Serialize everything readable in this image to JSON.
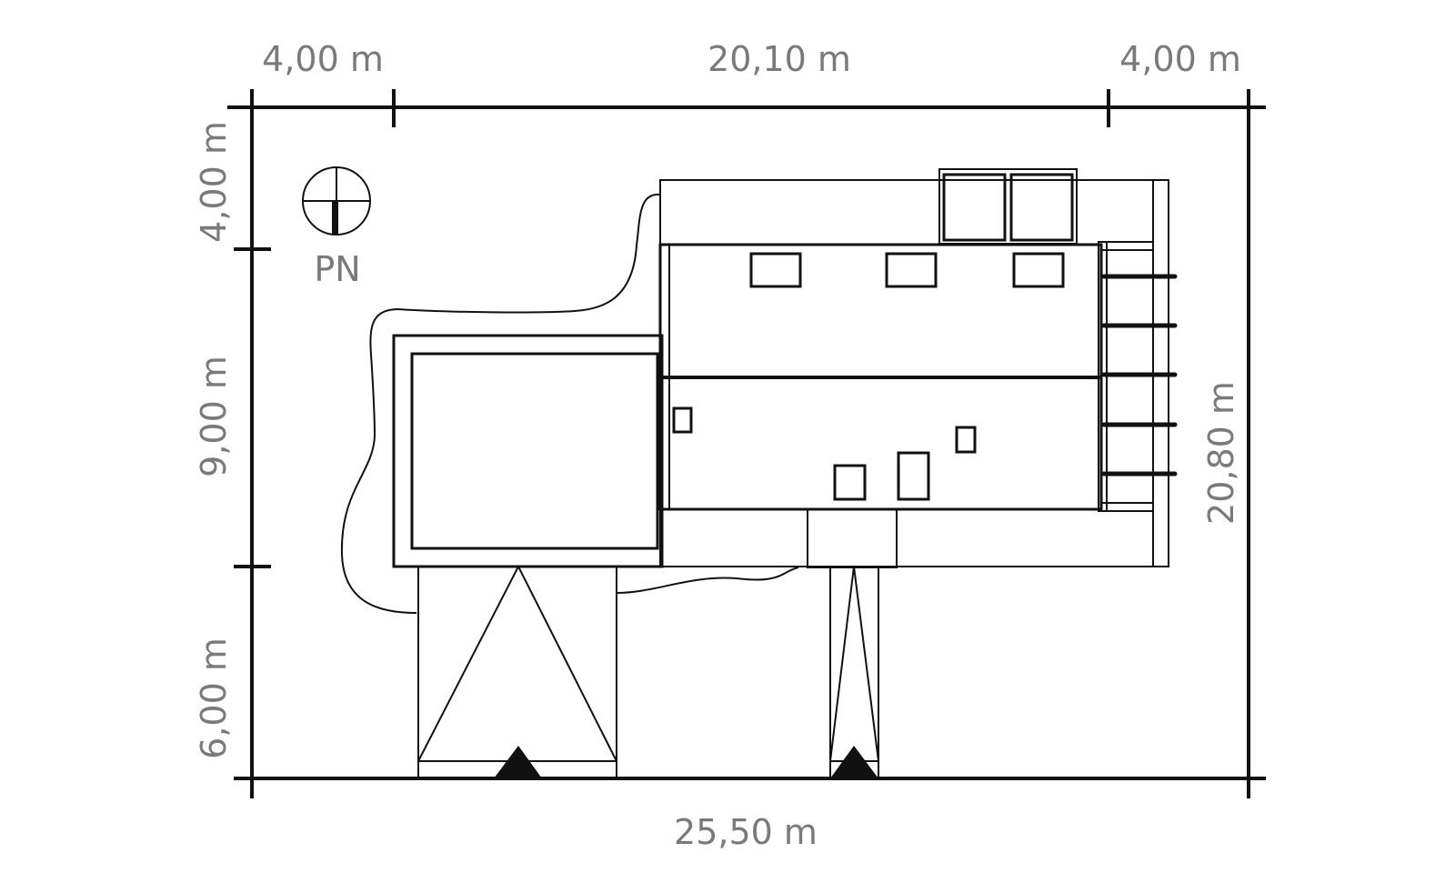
{
  "dimensions": {
    "top_left": "4,00 m",
    "top_middle": "20,10 m",
    "top_right": "4,00 m",
    "left_top": "4,00 m",
    "left_middle": "9,00 m",
    "left_bottom": "6,00 m",
    "right": "20,80 m",
    "bottom": "25,50 m"
  },
  "compass": {
    "label": "PN",
    "icon": "north-compass-icon"
  },
  "colors": {
    "roof_dark": "#6b6c70",
    "roof_light": "#a8a9ac",
    "garage_outer": "#bfc0c3",
    "garage_inner": "#d1d2d4",
    "skylight": "#e6e6e6",
    "dimension_text": "#7a7a7a",
    "line": "#111111"
  }
}
